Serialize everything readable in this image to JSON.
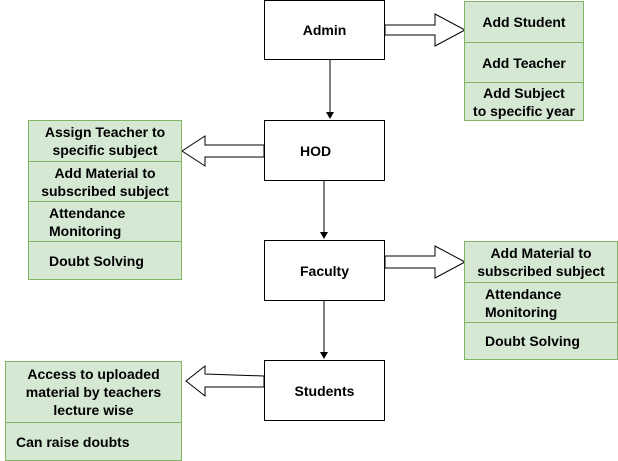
{
  "roles": {
    "admin": "Admin",
    "hod": "HOD",
    "faculty": "Faculty",
    "students": "Students"
  },
  "admin_tasks": [
    "Add Student",
    "Add Teacher",
    "Add Subject\nto specific year"
  ],
  "hod_tasks": [
    "Assign Teacher to\nspecific subject",
    "Add Material to\nsubscribed subject",
    "Attendance\nMonitoring",
    "Doubt Solving"
  ],
  "faculty_tasks": [
    "Add Material to\nsubscribed subject",
    "Attendance\nMonitoring",
    "Doubt Solving"
  ],
  "student_tasks": [
    "Access to uploaded\nmaterial by teachers\nlecture wise",
    "Can raise doubts"
  ],
  "colors": {
    "panel_fill": "#d5e8d4",
    "panel_border": "#82b366",
    "box_border": "#000000"
  }
}
